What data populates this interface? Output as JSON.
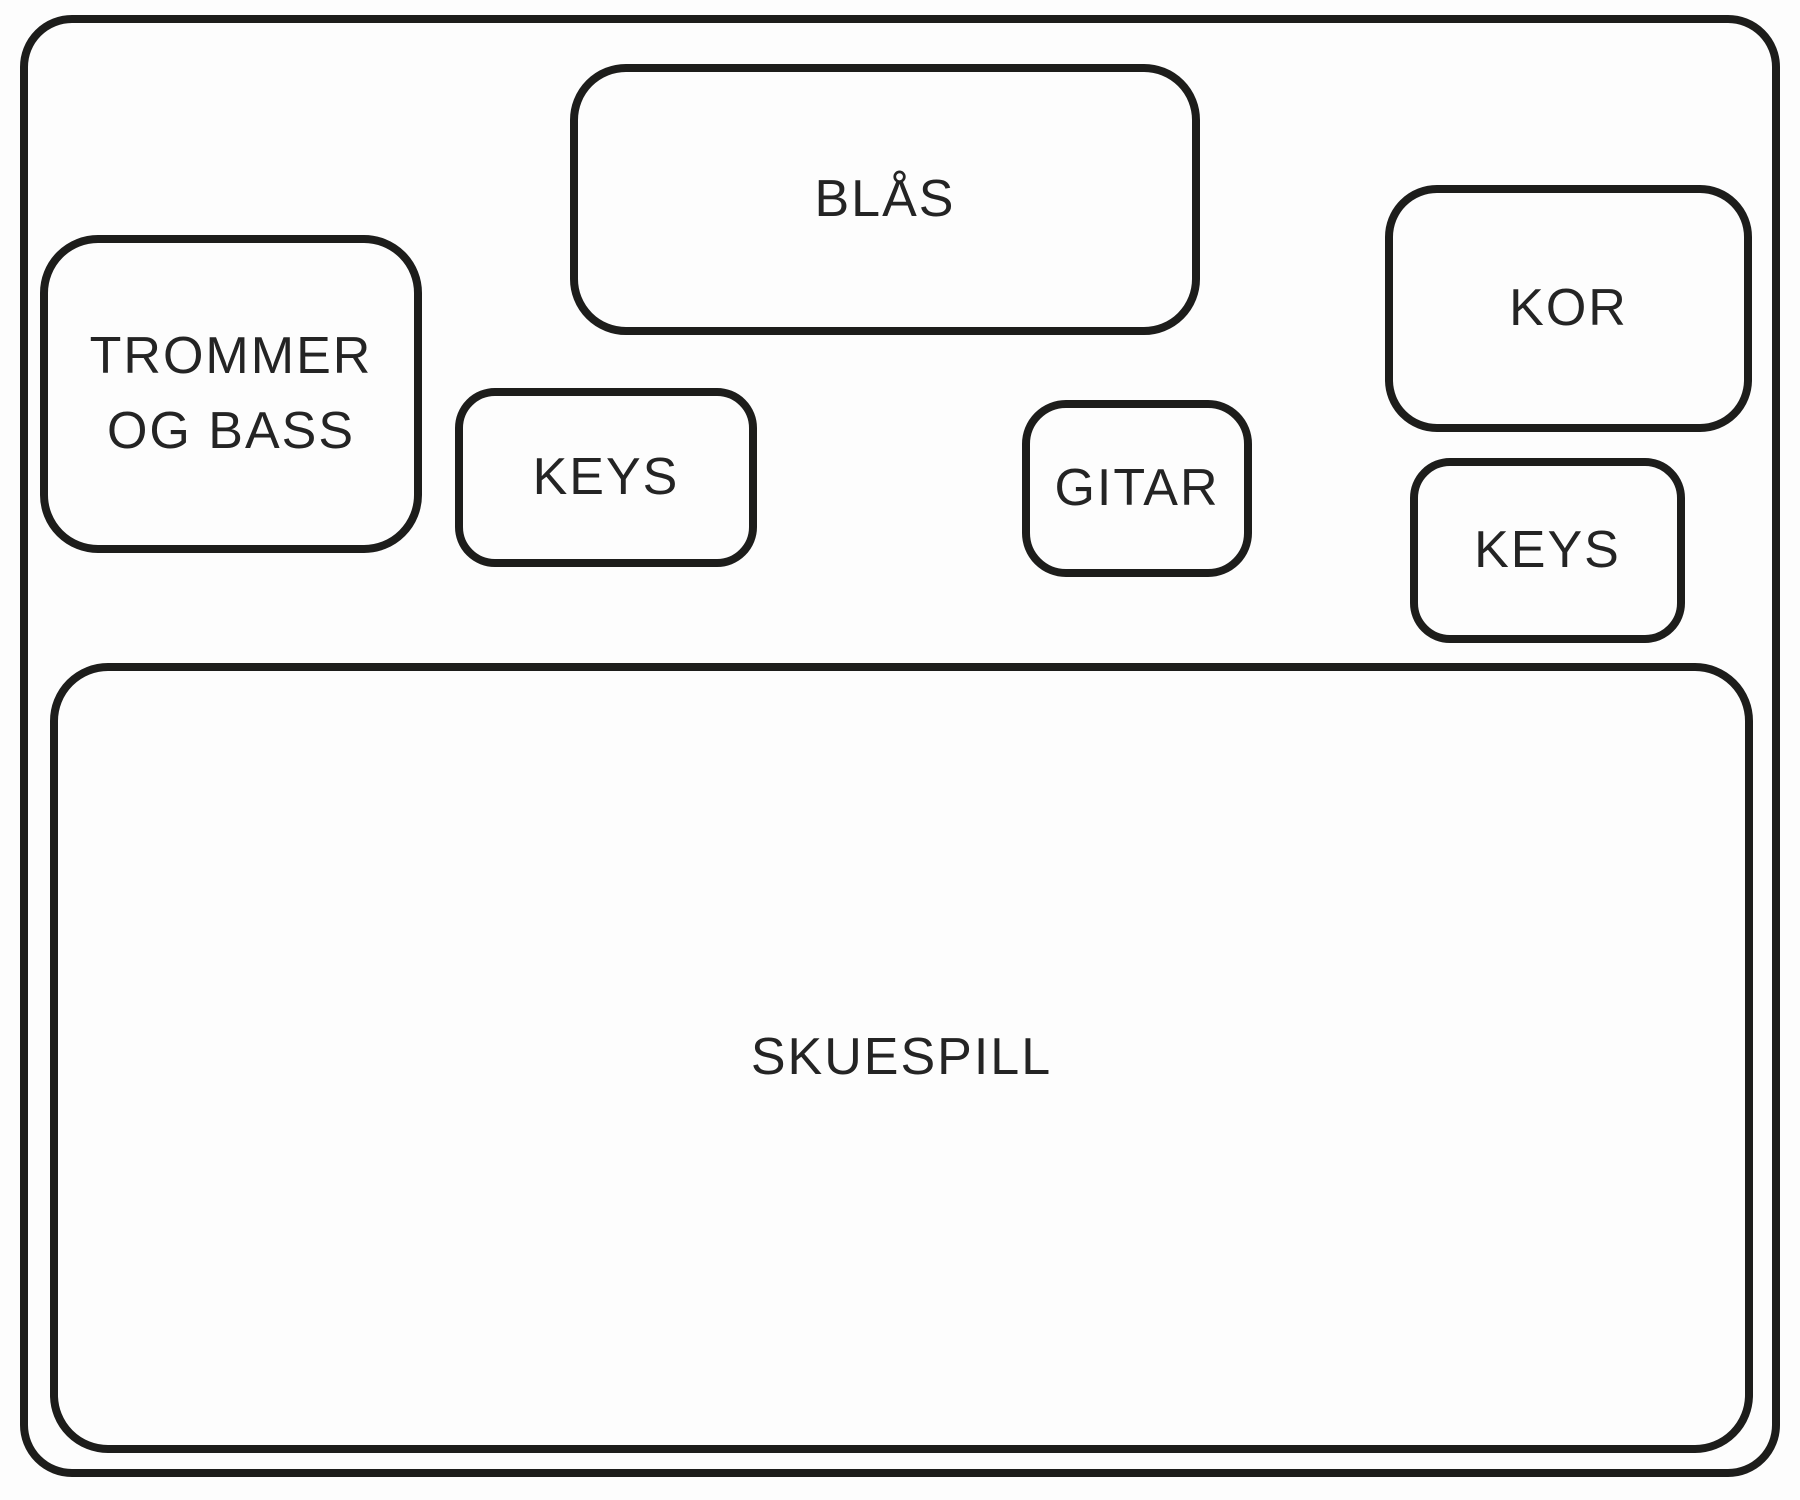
{
  "diagram": {
    "type": "stage-plot",
    "background_color": "#fdfdfd",
    "line_color": "#1d1d1b",
    "text_color": "#242424",
    "boxes": {
      "blas": {
        "label": "BLÅS"
      },
      "trommer_og_bass": {
        "line1": "TROMMER",
        "line2": "OG BASS"
      },
      "keys_left": {
        "label": "KEYS"
      },
      "gitar": {
        "label": "GITAR"
      },
      "kor": {
        "label": "KOR"
      },
      "keys_right": {
        "label": "KEYS"
      },
      "skuespill": {
        "label": "SKUESPILL"
      }
    }
  }
}
